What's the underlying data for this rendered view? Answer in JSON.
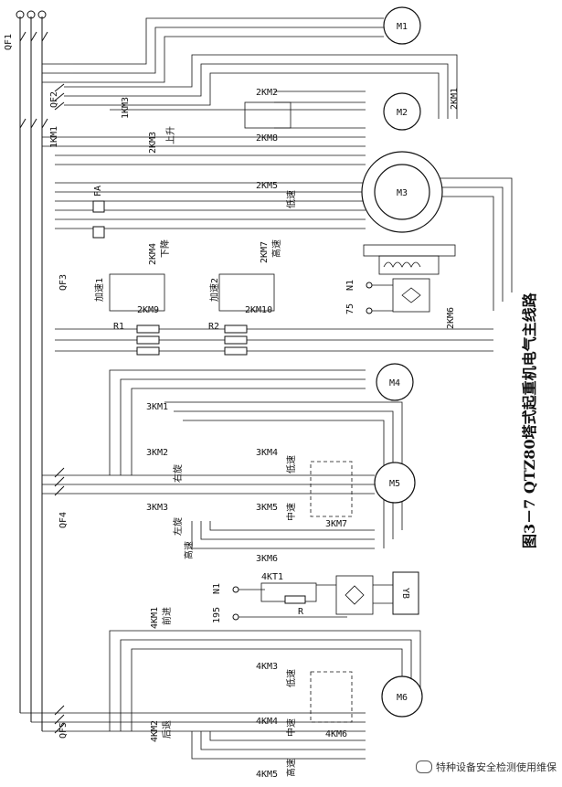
{
  "caption": "图3－7 QTZ80塔式起重机电气主线路",
  "watermark": "特种设备安全检测使用维保",
  "motors": {
    "m1": "M1",
    "m2": "M2",
    "m3": "M3",
    "m4": "M4",
    "m5": "M5",
    "m6": "M6"
  },
  "yb": "YB",
  "breakers": {
    "qf1": "QF1",
    "qf2": "QF2",
    "qf3": "QF3",
    "qf4": "QF4",
    "qf5": "QF5"
  },
  "contactors": {
    "km1_1": "1KM1",
    "km1_3": "1KM3",
    "km2_1": "2KM1",
    "km2_2": "2KM2",
    "km2_3": "2KM3",
    "km2_4": "2KM4",
    "km2_5": "2KM5",
    "km2_6": "2KM6",
    "km2_7": "2KM7",
    "km2_8": "2KM8",
    "km2_9": "2KM9",
    "km2_10": "2KM10",
    "km3_1": "3KM1",
    "km3_2": "3KM2",
    "km3_3": "3KM3",
    "km3_4": "3KM4",
    "km3_5": "3KM5",
    "km3_6": "3KM6",
    "km3_7": "3KM7",
    "km4_1": "4KM1",
    "km4_2": "4KM2",
    "km4_3": "4KM3",
    "km4_4": "4KM4",
    "km4_5": "4KM5",
    "km4_6": "4KM6",
    "kt": "4KT1"
  },
  "labels": {
    "fa": "FA",
    "up": "上升",
    "down": "下降",
    "low": "低速",
    "high": "高速",
    "mid": "中速",
    "jiasu1": "加速1",
    "jiasu2": "加速2",
    "r1": "R1",
    "r2": "R2",
    "r": "R",
    "n1": "N1",
    "n75": "75",
    "n195": "195",
    "right_turn": "右旋",
    "left_turn": "左旋",
    "forward": "前进",
    "backward": "后退"
  }
}
